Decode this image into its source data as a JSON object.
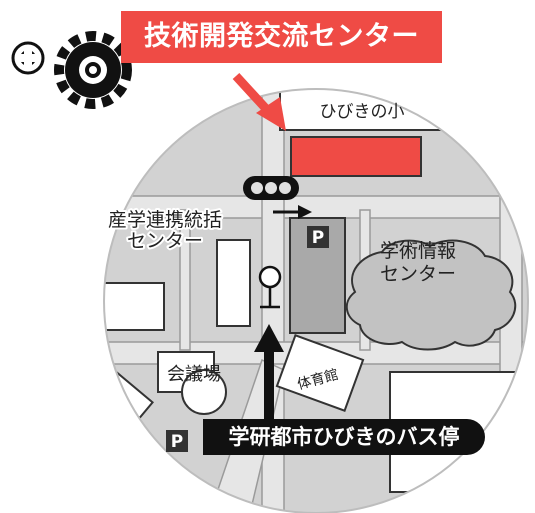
{
  "header": {
    "title": "技術開発交流センター"
  },
  "map": {
    "labels": {
      "elementary_school": "ひびきの小",
      "industry_center_line1": "産学連携統括",
      "industry_center_line2": "センター",
      "info_center_line1": "学術情報",
      "info_center_line2": "センター",
      "conference_hall": "会議場",
      "gymnasium": "体育館",
      "parking_symbol": "P",
      "parking_symbol_2": "P"
    }
  },
  "bus_stop": {
    "label": "学研都市ひびきのバス停"
  },
  "colors": {
    "accent_red": "#ef4b45",
    "dark": "#111111",
    "map_bg": "#d2d2d2",
    "road": "#e6e6e6",
    "green_area": "#c2c2c2",
    "building_gray": "#a9a9a9"
  },
  "icons": {
    "settings_small": "gear-icon",
    "settings_large": "gear-icon"
  }
}
